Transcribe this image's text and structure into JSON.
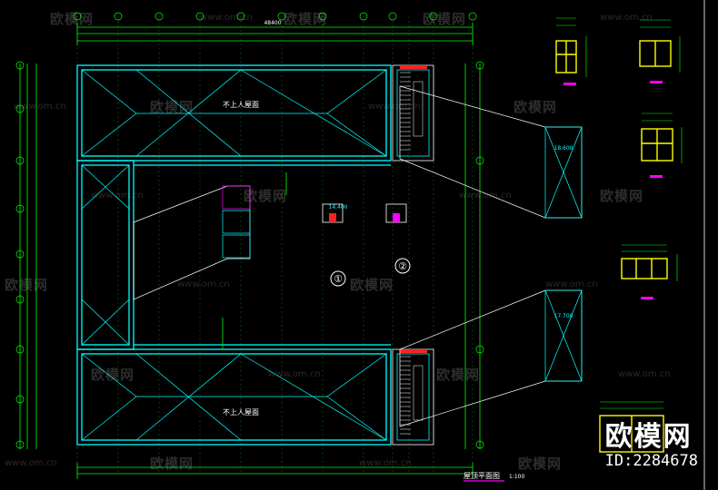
{
  "drawing": {
    "room_label_top": "不上人屋面",
    "room_label_bottom": "不上人屋面",
    "bubble_1": "①",
    "bubble_2": "②",
    "plan_title": "屋顶平面图",
    "scale": "1:100",
    "dim_total": "48400",
    "elev_a": "18.600",
    "elev_b": "17.700",
    "elev_c": "14.400"
  },
  "colors": {
    "background": "#000000",
    "wall": "#00ffff",
    "axis": "#00ff00",
    "text": "#ffffff",
    "dim": "#00ff00",
    "window": "#ffff00",
    "highlight": "#ff00ff",
    "red": "#ff2020"
  },
  "watermark": {
    "logo": "欧模网",
    "url": "www.om.cn"
  },
  "brand": {
    "name": "欧模网",
    "id": "ID:2284678"
  }
}
